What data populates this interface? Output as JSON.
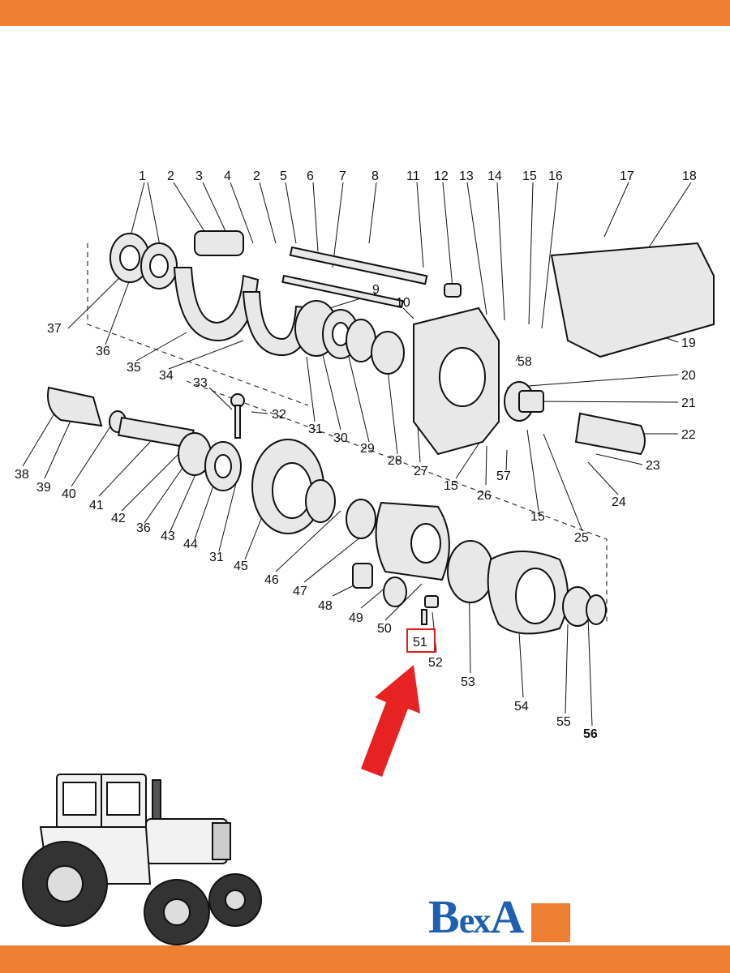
{
  "brand": {
    "name_big_1": "В",
    "name_small": "ех",
    "name_big_2": "А",
    "accent": "#ef7f33",
    "brand_blue": "#1f5fb0"
  },
  "highlight": {
    "part_number": "51",
    "color": "#e02020"
  },
  "part_labels": [
    "1",
    "2",
    "3",
    "4",
    "2",
    "5",
    "6",
    "7",
    "8",
    "11",
    "12",
    "13",
    "14",
    "15",
    "16",
    "17",
    "18",
    "9",
    "10",
    "37",
    "36",
    "35",
    "34",
    "19",
    "58",
    "20",
    "21",
    "22",
    "23",
    "24",
    "25",
    "33",
    "32",
    "31",
    "30",
    "29",
    "28",
    "27",
    "15",
    "26",
    "57",
    "15",
    "38",
    "39",
    "40",
    "41",
    "42",
    "36",
    "43",
    "44",
    "31",
    "45",
    "46",
    "47",
    "48",
    "49",
    "50",
    "52",
    "53",
    "54",
    "55",
    "56"
  ],
  "illustration": {
    "tractor": "tractor-illustration",
    "arrow": "red-arrow-icon"
  }
}
